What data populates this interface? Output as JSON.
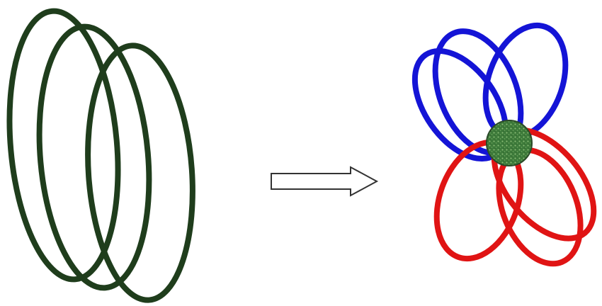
{
  "diagram": {
    "colors": {
      "background": "#ffffff",
      "initial_loops": "#1f3d1c",
      "upper_loops": "#1414d6",
      "lower_loops": "#e01414",
      "center_ball": "#3d7a3a",
      "center_ball_speckle": "#8fbf7a",
      "arrow_fill": "#ffffff",
      "arrow_stroke": "#333333"
    },
    "panels": [
      {
        "role": "initial-state",
        "loop_count": 3
      },
      {
        "role": "transition-arrow",
        "direction": "right"
      },
      {
        "role": "final-state",
        "upper_loop_count": 3,
        "lower_loop_count": 3,
        "has_center_ball": true
      }
    ]
  }
}
